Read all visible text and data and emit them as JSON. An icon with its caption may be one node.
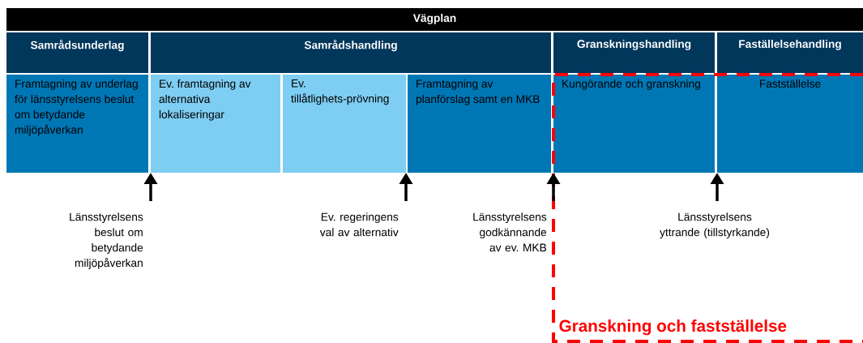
{
  "diagram": {
    "nodes": [
      {
        "text": [
          "Vägplan"
        ]
      },
      {
        "text": [
          "Samrådsunderlag"
        ]
      },
      {
        "text": [
          "Samrådshandling"
        ]
      },
      {
        "text": [
          "Granskningshandling"
        ]
      },
      {
        "text": [
          "Faställelsehandling"
        ]
      },
      {
        "text": [
          "Framtagning av underlag för länsstyrelsens beslut om betydande miljöpåverkan"
        ]
      },
      {
        "text": [
          "Ev. framtagning av alternativa lokaliseringar"
        ]
      },
      {
        "text": [
          "Ev. tillåtlighets-prövning"
        ]
      },
      {
        "text": [
          "Framtagning av planförslag samt en MKB"
        ]
      },
      {
        "text": [
          "Granskning och fastställelse"
        ]
      },
      {
        "text": [
          "Kungörande och granskning"
        ],
        "in": 9
      },
      {
        "text": [
          "Fastställelse"
        ],
        "in": 9
      },
      {
        "text": [
          "Länsstyrelsens beslut om betydande miljöpåverkan"
        ]
      },
      {
        "text": [
          "Ev. regeringens val av alternativ"
        ]
      },
      {
        "text": [
          "Länsstyrelsens godkännande av ev. MKB"
        ]
      },
      {
        "text": [
          "Länsstyrelsens yttrande (tillstyrkande)"
        ],
        "in": 9
      }
    ],
    "edges": [
      {
        "from": 12,
        "to": 6,
        "arrow": "to"
      },
      {
        "from": 13,
        "to": 7,
        "arrow": "to"
      },
      {
        "from": 14,
        "to": 10,
        "arrow": "to"
      },
      {
        "from": 15,
        "to": 11,
        "arrow": "to"
      }
    ]
  }
}
